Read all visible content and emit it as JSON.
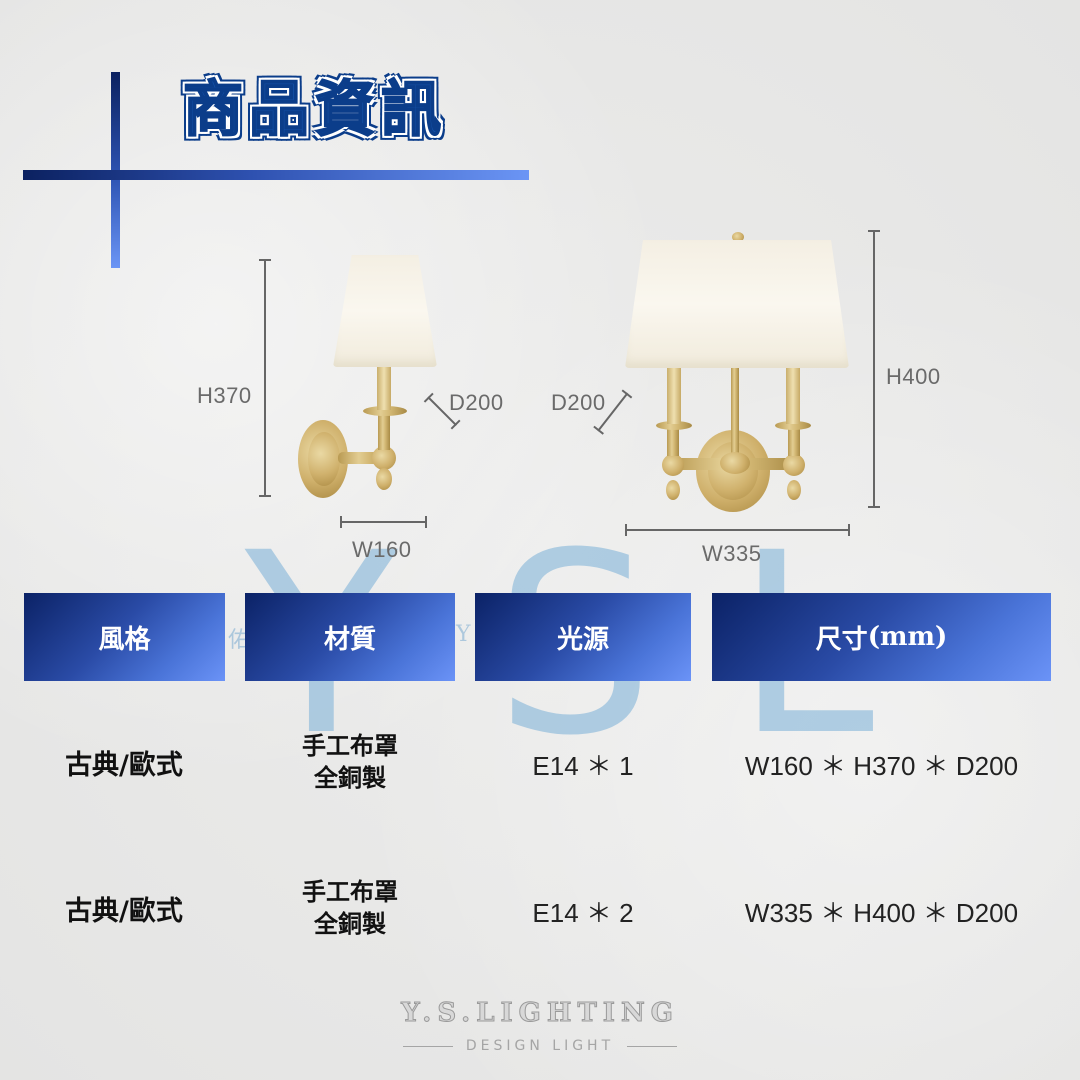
{
  "page": {
    "title": "商品資訊",
    "accent_colors": {
      "dark_blue": "#0b2266",
      "light_blue": "#6b93f7",
      "title_blue": "#1552a8",
      "watermark_blue": "#78afd7"
    }
  },
  "watermark": {
    "letters": [
      "Y",
      "S",
      "L"
    ],
    "small_left": "佑",
    "small_right": "Y"
  },
  "products": [
    {
      "name": "single-arm-sconce",
      "dimensions": {
        "height": "H370",
        "depth": "D200",
        "width": "W160"
      }
    },
    {
      "name": "double-arm-sconce",
      "dimensions": {
        "height": "H400",
        "depth": "D200",
        "width": "W335"
      }
    }
  ],
  "table": {
    "headers": {
      "style": "風格",
      "material": "材質",
      "light_source": "光源",
      "size_cn": "尺寸",
      "size_unit": "(mm)"
    },
    "rows": [
      {
        "style": "古典/歐式",
        "material_line1": "手工布罩",
        "material_line2": "全銅製",
        "light_source": "E14 ＊ 1",
        "size": "W160 ＊ H370 ＊ D200"
      },
      {
        "style": "古典/歐式",
        "material_line1": "手工布罩",
        "material_line2": "全銅製",
        "light_source": "E14 ＊ 2",
        "size": "W335 ＊ H400 ＊ D200"
      }
    ]
  },
  "footer": {
    "brand": "Y.S.LIGHTING",
    "tagline": "DESIGN LIGHT"
  }
}
